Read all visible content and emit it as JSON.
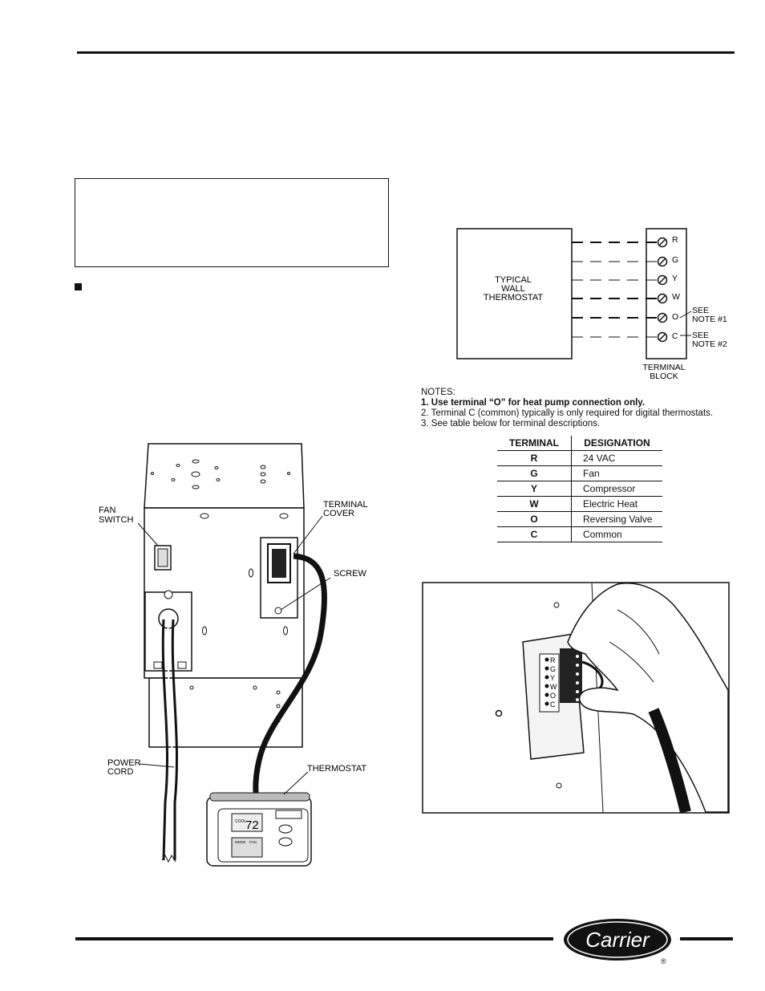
{
  "wiring": {
    "thermostat_label": [
      "TYPICAL",
      "WALL",
      "THERMOSTAT"
    ],
    "terminals": [
      "R",
      "G",
      "Y",
      "W",
      "O",
      "C"
    ],
    "see_note_1": [
      "SEE",
      "NOTE #1"
    ],
    "see_note_2": [
      "SEE",
      "NOTE #2"
    ],
    "terminal_block_label": [
      "TERMINAL",
      "BLOCK"
    ]
  },
  "notes": {
    "heading": "NOTES:",
    "items": [
      "1.  Use terminal “O” for heat pump connection only.",
      "2.  Terminal C (common) typically is only required for digital thermostats.",
      "3.  See table below for terminal descriptions."
    ]
  },
  "table": {
    "headers": [
      "TERMINAL",
      "DESIGNATION"
    ],
    "rows": [
      [
        "R",
        "24 VAC"
      ],
      [
        "G",
        "Fan"
      ],
      [
        "Y",
        "Compressor"
      ],
      [
        "W",
        "Electric Heat"
      ],
      [
        "O",
        "Reversing Valve"
      ],
      [
        "C",
        "Common"
      ]
    ]
  },
  "unit_figure": {
    "fan_switch": [
      "FAN",
      "SWITCH"
    ],
    "terminal_cover": [
      "TERMINAL",
      "COVER"
    ],
    "screw": "SCREW",
    "power_cord": [
      "POWER",
      "CORD"
    ],
    "thermostat": "THERMOSTAT",
    "thermostat_display": "72",
    "thermostat_mode_label": "COOL",
    "thermostat_btn_mode": "MODE",
    "thermostat_btn_fan": "FAN"
  },
  "photo": {
    "terminal_letters": [
      "R",
      "G",
      "Y",
      "W",
      "O",
      "C"
    ]
  },
  "brand": {
    "logo_text": "Carrier",
    "registered": "®"
  }
}
